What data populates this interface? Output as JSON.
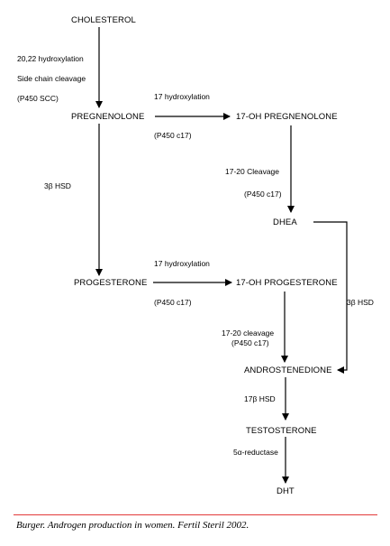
{
  "nodes": {
    "cholesterol": "CHOLESTEROL",
    "pregnenolone": "PREGNENOLONE",
    "oh_pregnenolone": "17-OH PREGNENOLONE",
    "dhea": "DHEA",
    "progesterone": "PROGESTERONE",
    "oh_progesterone": "17-OH PROGESTERONE",
    "androstenedione": "ANDROSTENEDIONE",
    "testosterone": "TESTOSTERONE",
    "dht": "DHT"
  },
  "annotations": {
    "hydroxylation_20_22": "20,22 hydroxylation",
    "side_chain_cleavage": "Side chain cleavage",
    "p450_scc": "(P450 SCC)",
    "hydroxylation_17_top": "17 hydroxylation",
    "p450_c17_top": "(P450 c17)",
    "cleavage_17_20_top": "17-20 Cleavage",
    "p450_c17_right": "(P450 c17)",
    "beta_hsd_left": "3β HSD",
    "hydroxylation_17_bottom": "17 hydroxylation",
    "p450_c17_bottom": "(P450 c17)",
    "beta_hsd_right": "3β HSD",
    "cleavage_17_20_bottom": "17-20 cleavage",
    "p450_c17_bottom_right": "(P450 c17)",
    "hsd_17b": "17β HSD",
    "reductase_5a": "5α-reductase"
  },
  "citation": "Burger.  Androgen production in women.  Fertil Steril 2002.",
  "colors": {
    "rule": "#e23a3a",
    "lines": "#000000"
  }
}
